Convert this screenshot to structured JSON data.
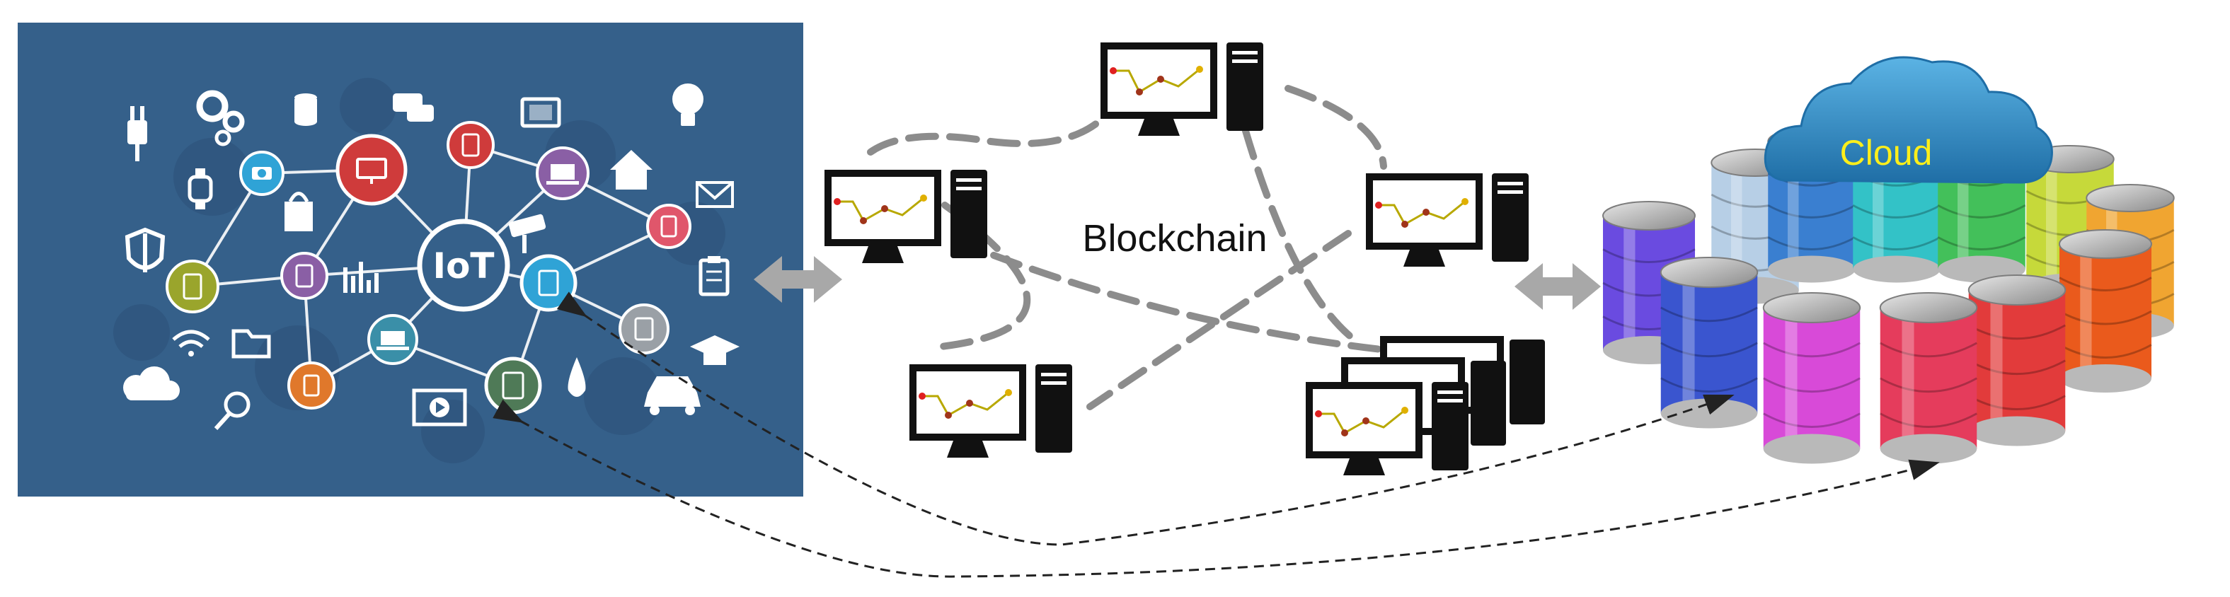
{
  "labels": {
    "iot_hub": "IoT",
    "blockchain": "Blockchain",
    "cloud": "Cloud"
  },
  "colors": {
    "iot_panel": "#35608a",
    "iot_panel_dark": "#2b5179",
    "node_red": "#cf3b3b",
    "node_purple": "#8a5fa5",
    "node_olive": "#9aa52c",
    "node_blue": "#2fa3d6",
    "node_teal": "#3a8fa8",
    "node_orange": "#e0782b",
    "node_green": "#4f7a57",
    "node_grey": "#9aa0a6",
    "link_dashed": "#8c8c8c",
    "cloud_blue": "#2f8fc9",
    "cloud_text": "#ffef1a",
    "arrow_grey": "#a8a8a8"
  },
  "icons": [
    "plug-icon",
    "gears-icon",
    "database-icon",
    "chat-icon",
    "tv-icon",
    "lightbulb-icon",
    "watch-icon",
    "camera-icon",
    "monitor-icon",
    "home-icon",
    "mail-icon",
    "shield-icon",
    "shopping-bag-icon",
    "phone-icon",
    "security-camera-icon",
    "clipboard-icon",
    "wifi-icon",
    "folder-icon",
    "bar-chart-icon",
    "laptop-icon",
    "graduation-cap-icon",
    "cloud-upload-icon",
    "magnifier-icon",
    "video-icon",
    "water-drop-icon",
    "car-icon"
  ],
  "database_colors": [
    "#b7cfe6",
    "#3a7fd0",
    "#33c2c7",
    "#43c05a",
    "#c6d93a",
    "#f0a531",
    "#ea5a1c",
    "#e23b3b",
    "#e53c5c",
    "#d84ad8",
    "#6a4be0",
    "#3a55cf"
  ]
}
